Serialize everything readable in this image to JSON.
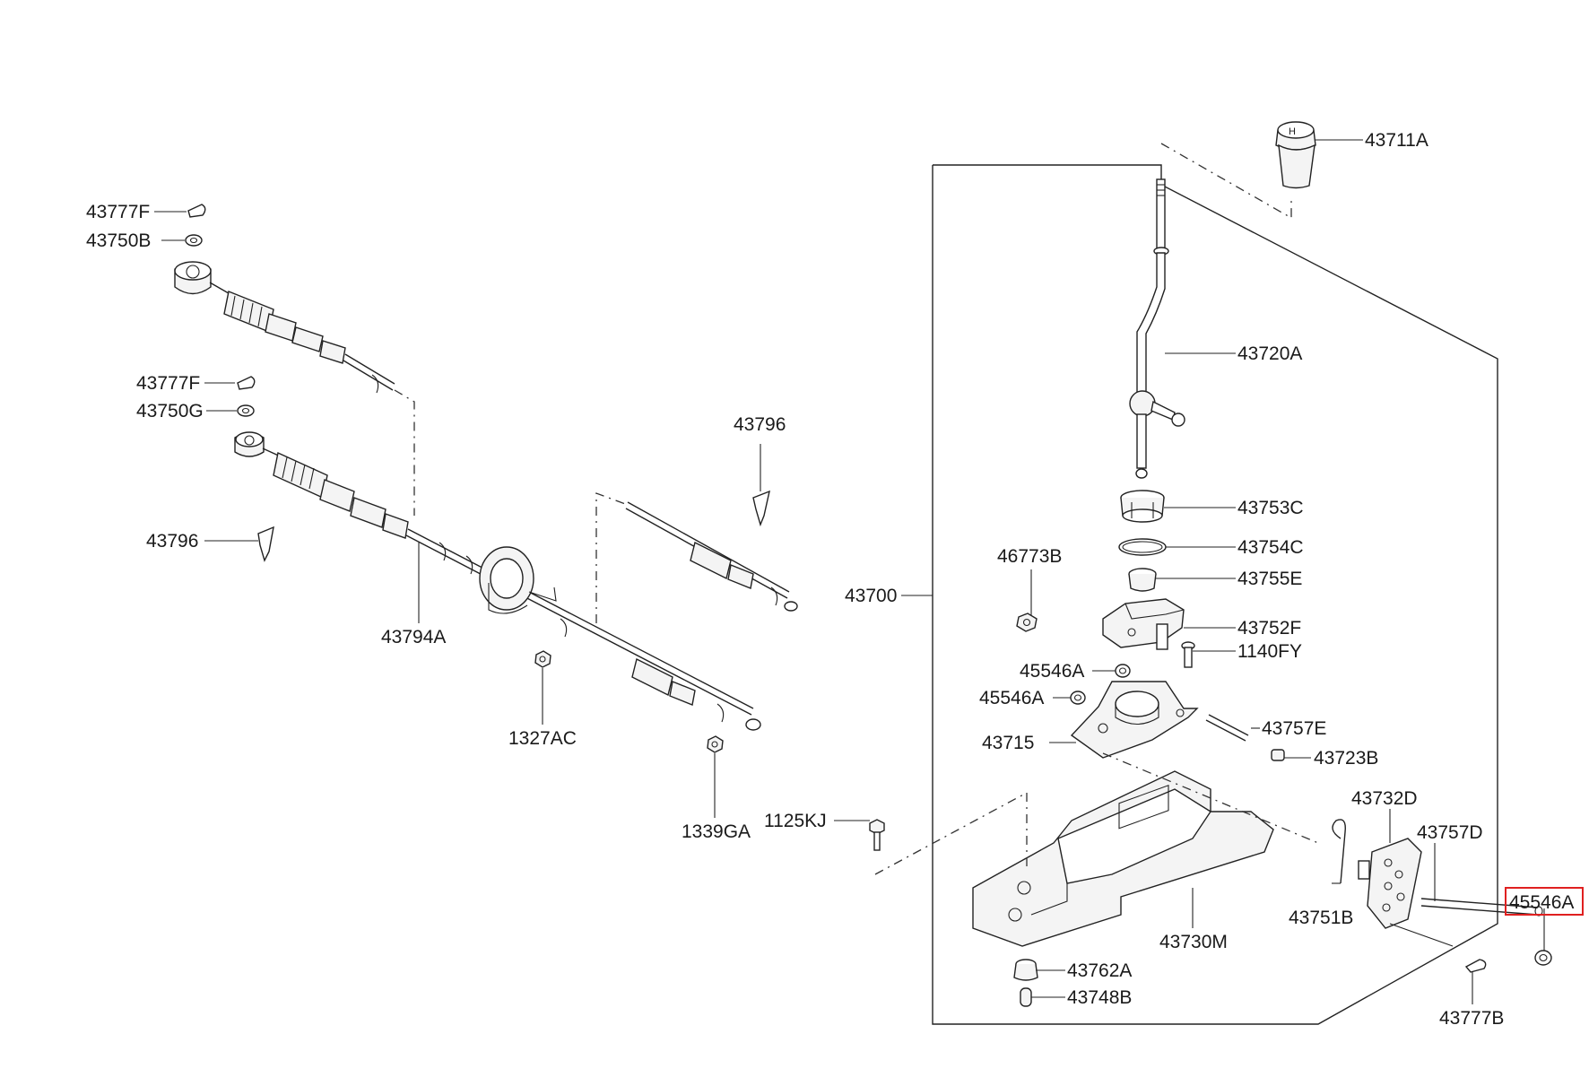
{
  "labels": {
    "l43711A": "43711A",
    "l43720A": "43720A",
    "l43753C": "43753C",
    "l43754C": "43754C",
    "l43755E": "43755E",
    "l43752F": "43752F",
    "l1140FY": "1140FY",
    "l46773B": "46773B",
    "l45546A_1": "45546A",
    "l45546A_2": "45546A",
    "l43715": "43715",
    "l43757E": "43757E",
    "l43723B": "43723B",
    "l43732D": "43732D",
    "l43757D": "43757D",
    "l45546A_3": "45546A",
    "l43751B": "43751B",
    "l43730M": "43730M",
    "l43762A": "43762A",
    "l43748B": "43748B",
    "l43777B": "43777B",
    "l43700": "43700",
    "l1125KJ": "1125KJ",
    "l1339GA": "1339GA",
    "l1327AC": "1327AC",
    "l43794A": "43794A",
    "l43796_1": "43796",
    "l43796_2": "43796",
    "l43777F_1": "43777F",
    "l43750B": "43750B",
    "l43777F_2": "43777F",
    "l43750G": "43750G"
  },
  "highlight": {
    "color": "#e02020"
  }
}
